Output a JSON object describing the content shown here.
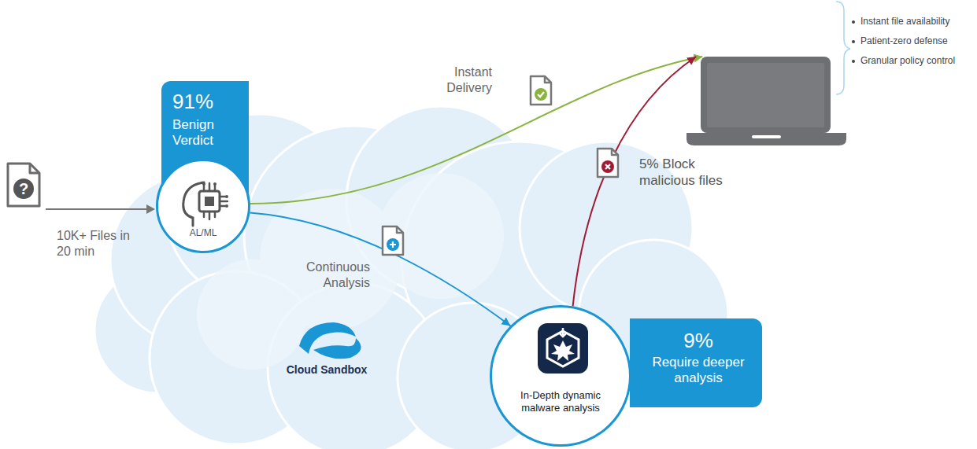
{
  "diagram": {
    "nodes": [
      {
        "text": [
          "91%",
          "Benign Verdict"
        ]
      },
      {
        "text": [
          "AL/ML"
        ]
      },
      {
        "text": [
          "In-Depth dynamic malware analysis"
        ]
      },
      {
        "text": [
          "9%",
          "Require deeper analysis"
        ]
      },
      {
        "text": [
          "Instant file availability",
          "Patient-zero defense",
          "Granular policy control"
        ]
      }
    ],
    "edges": [
      {
        "from": 1,
        "to": 4,
        "arrow": "to",
        "label": "Instant Delivery"
      },
      {
        "from": 1,
        "to": 2,
        "arrow": "to",
        "label": "Continuous Analysis"
      },
      {
        "from": 2,
        "to": 4,
        "arrow": "to",
        "label": "5% Block malicious files"
      }
    ],
    "labels": [
      "?",
      "10K+ Files in 20 min",
      "Cloud Sandbox"
    ]
  }
}
